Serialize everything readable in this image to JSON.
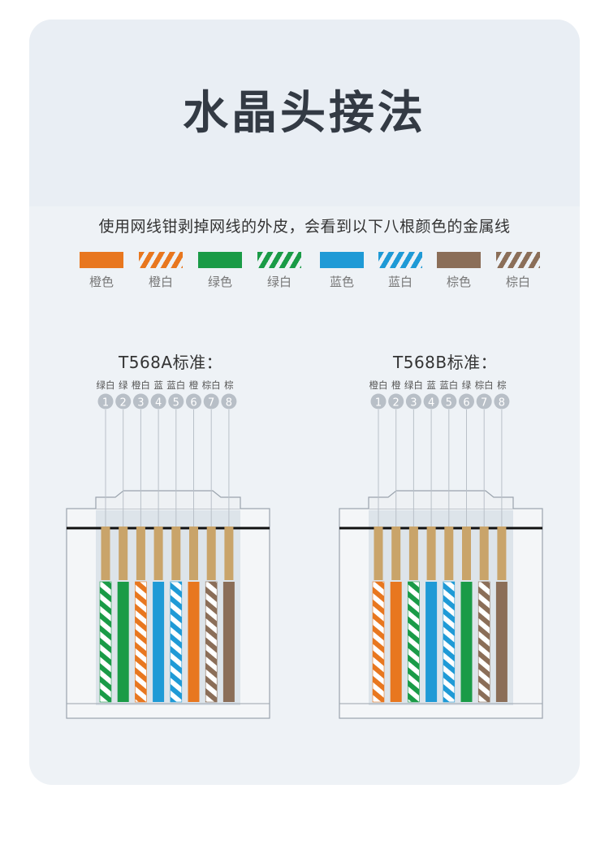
{
  "title": "水晶头接法",
  "intro": "使用网线钳剥掉网线的外皮，会看到以下八根颜色的金属线",
  "colors": {
    "orange": "#e8771f",
    "green": "#1a9b47",
    "blue": "#1f9ad6",
    "brown": "#8b6e58",
    "white": "#ffffff",
    "pin": "#c9a46a",
    "card": "#eef2f6"
  },
  "swatches": [
    {
      "label": "橙色",
      "color": "orange",
      "striped": false
    },
    {
      "label": "橙白",
      "color": "orange",
      "striped": true
    },
    {
      "label": "绿色",
      "color": "green",
      "striped": false
    },
    {
      "label": "绿白",
      "color": "green",
      "striped": true
    },
    {
      "label": "蓝色",
      "color": "blue",
      "striped": false
    },
    {
      "label": "蓝白",
      "color": "blue",
      "striped": true
    },
    {
      "label": "棕色",
      "color": "brown",
      "striped": false
    },
    {
      "label": "棕白",
      "color": "brown",
      "striped": true
    }
  ],
  "standards": [
    {
      "name": "T568A标准：",
      "wires": [
        {
          "label": "绿白",
          "color": "green",
          "striped": true,
          "pin": "1"
        },
        {
          "label": "绿",
          "color": "green",
          "striped": false,
          "pin": "2"
        },
        {
          "label": "橙白",
          "color": "orange",
          "striped": true,
          "pin": "3"
        },
        {
          "label": "蓝",
          "color": "blue",
          "striped": false,
          "pin": "4"
        },
        {
          "label": "蓝白",
          "color": "blue",
          "striped": true,
          "pin": "5"
        },
        {
          "label": "橙",
          "color": "orange",
          "striped": false,
          "pin": "6"
        },
        {
          "label": "棕白",
          "color": "brown",
          "striped": true,
          "pin": "7"
        },
        {
          "label": "棕",
          "color": "brown",
          "striped": false,
          "pin": "8"
        }
      ]
    },
    {
      "name": "T568B标准：",
      "wires": [
        {
          "label": "橙白",
          "color": "orange",
          "striped": true,
          "pin": "1"
        },
        {
          "label": "橙",
          "color": "orange",
          "striped": false,
          "pin": "2"
        },
        {
          "label": "绿白",
          "color": "green",
          "striped": true,
          "pin": "3"
        },
        {
          "label": "蓝",
          "color": "blue",
          "striped": false,
          "pin": "4"
        },
        {
          "label": "蓝白",
          "color": "blue",
          "striped": true,
          "pin": "5"
        },
        {
          "label": "绿",
          "color": "green",
          "striped": false,
          "pin": "6"
        },
        {
          "label": "棕白",
          "color": "brown",
          "striped": true,
          "pin": "7"
        },
        {
          "label": "棕",
          "color": "brown",
          "striped": false,
          "pin": "8"
        }
      ]
    }
  ]
}
